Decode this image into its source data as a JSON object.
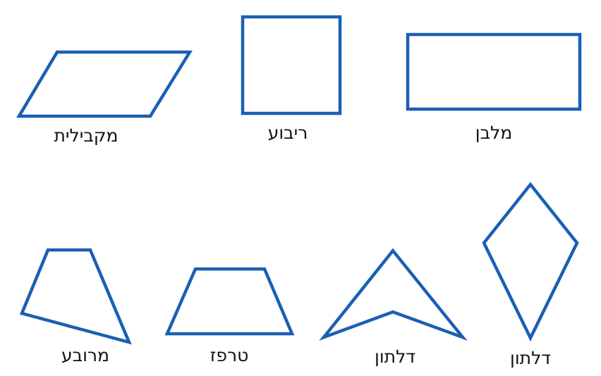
{
  "colors": {
    "stroke": "#1a5fb4",
    "label_text": "#111111",
    "background": "#ffffff"
  },
  "labels": {
    "parallelogram": "מקבילית",
    "square": "ריבוע",
    "rectangle": "מלבן",
    "quadrilateral": "מרובע",
    "trapezoid": "טרפז",
    "concave_kite": "דלתון",
    "convex_kite": "דלתון"
  }
}
